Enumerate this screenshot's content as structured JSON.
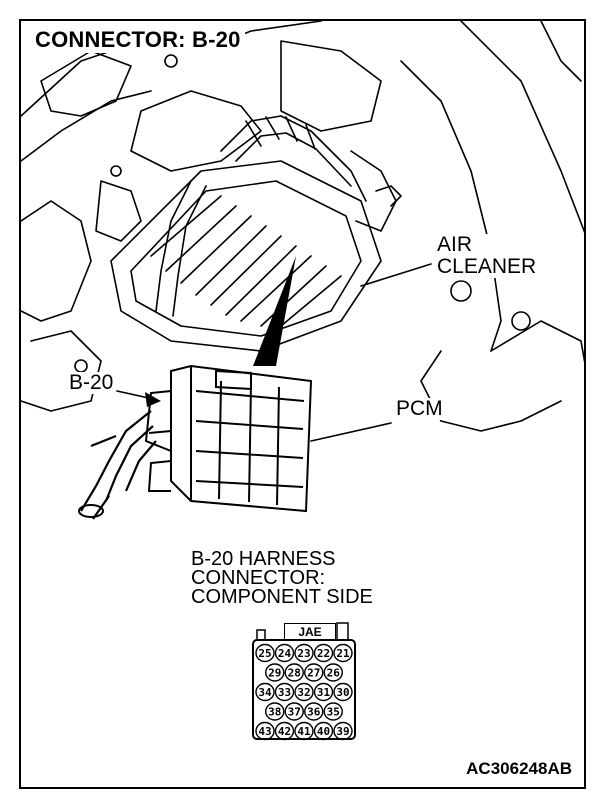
{
  "title": "CONNECTOR: B-20",
  "labels": {
    "air_cleaner_line1": "AIR",
    "air_cleaner_line2": "CLEANER",
    "pcm": "PCM",
    "connector_pointer": "B-20"
  },
  "caption": {
    "line1": "B-20 HARNESS",
    "line2": "CONNECTOR:",
    "line3": "COMPONENT SIDE"
  },
  "connector": {
    "brand": "JAE",
    "rows": [
      [
        "25",
        "24",
        "23",
        "22",
        "21"
      ],
      [
        "29",
        "28",
        "27",
        "26"
      ],
      [
        "34",
        "33",
        "32",
        "31",
        "30"
      ],
      [
        "38",
        "37",
        "36",
        "35"
      ],
      [
        "43",
        "42",
        "41",
        "40",
        "39"
      ]
    ]
  },
  "figure_code": "AC306248AB"
}
